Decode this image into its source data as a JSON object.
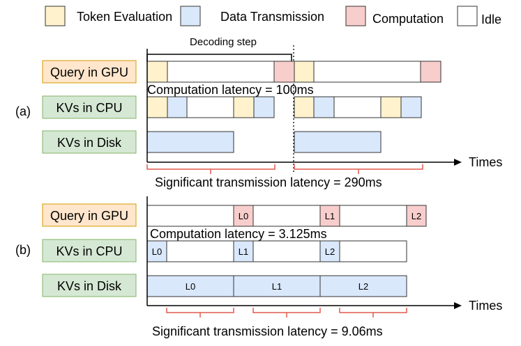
{
  "legend": {
    "token": "Token Evaluation",
    "data": "Data Transmission",
    "comp": "Computation",
    "idle": "Idle"
  },
  "colors": {
    "token": "#fff2cc",
    "data": "#dae8fc",
    "comp": "#f8cecc",
    "idle": "#ffffff",
    "labelQuery": "#ffe6cc",
    "labelKv": "#d5e8d4",
    "bracket": "#e05a4f"
  },
  "a": {
    "tag": "(a)",
    "rows": {
      "gpu": "Query in GPU",
      "cpu": "KVs in CPU",
      "disk": "KVs in Disk"
    },
    "decoding": "Decoding step",
    "computation": "Computation latency = 100ms",
    "transmission": "Significant transmission latency = 290ms",
    "times": "Times"
  },
  "b": {
    "tag": "(b)",
    "rows": {
      "gpu": "Query in GPU",
      "cpu": "KVs in CPU",
      "disk": "KVs in Disk"
    },
    "layers": [
      "L0",
      "L1",
      "L2"
    ],
    "computation": "Computation latency = 3.125ms",
    "transmission": "Significant transmission latency = 9.06ms",
    "times": "Times"
  }
}
